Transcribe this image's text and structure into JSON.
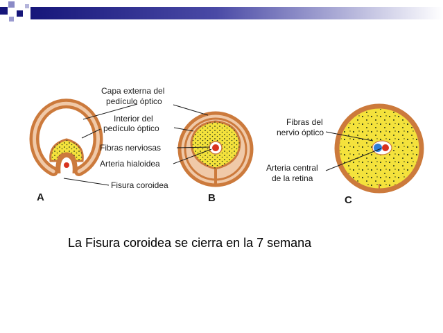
{
  "colors": {
    "banner_dark": "#16167a",
    "outer_layer": "#cc7a3c",
    "outer_light": "#f0c9a8",
    "inner_yellow": "#f4e23c",
    "fiber_dots": "#2a3a1a",
    "artery_red": "#d8321e",
    "artery_blue": "#2f7ed8"
  },
  "diagram": {
    "labels": {
      "capa_externa_1": "Capa externa del",
      "capa_externa_2": "pedículo óptico",
      "interior_1": "Interior del",
      "interior_2": "pedículo óptico",
      "fibras_nerviosas": "Fibras nerviosas",
      "arteria_hialoidea": "Arteria hialoidea",
      "fisura_coroidea": "Fisura coroidea",
      "fibras_nervio_1": "Fibras del",
      "fibras_nervio_2": "nervio óptico",
      "arteria_central_1": "Arteria central",
      "arteria_central_2": "de la retina"
    },
    "panels": {
      "a": "A",
      "b": "B",
      "c": "C"
    }
  },
  "caption": "La Fisura coroidea se cierra en la 7 semana"
}
